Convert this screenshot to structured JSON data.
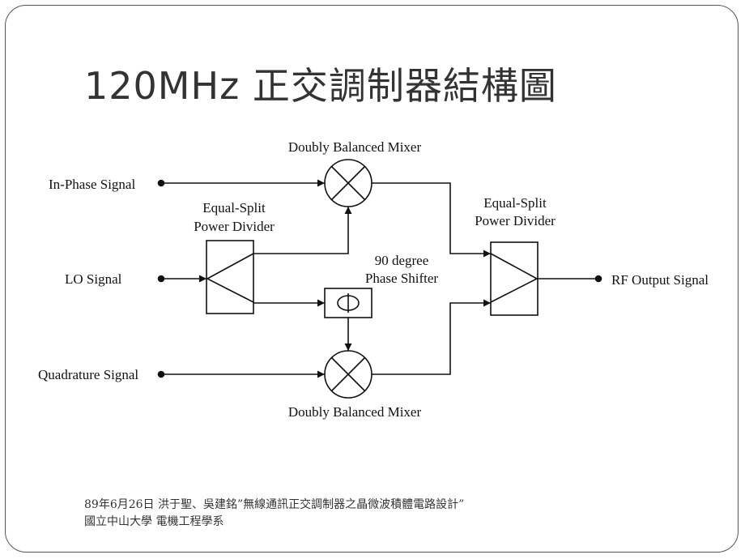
{
  "slide": {
    "title": "120MHz 正交調制器結構圖",
    "footer_line1": "89年6月26日  洪于聖、吳建銘”無線通訊正交調制器之晶微波積體電路設計”",
    "footer_line2": "國立中山大學  電機工程學系"
  },
  "diagram": {
    "inputs": {
      "in_phase": "In-Phase Signal",
      "lo": "LO Signal",
      "quadrature": "Quadrature Signal"
    },
    "output": "RF Output Signal",
    "mixer_top_label": "Doubly Balanced Mixer",
    "mixer_bottom_label": "Doubly Balanced Mixer",
    "divider_left": [
      "Equal-Split",
      "Power Divider"
    ],
    "divider_right": [
      "Equal-Split",
      "Power Divider"
    ],
    "phase_shifter": [
      "90 degree",
      "Phase Shifter"
    ]
  }
}
